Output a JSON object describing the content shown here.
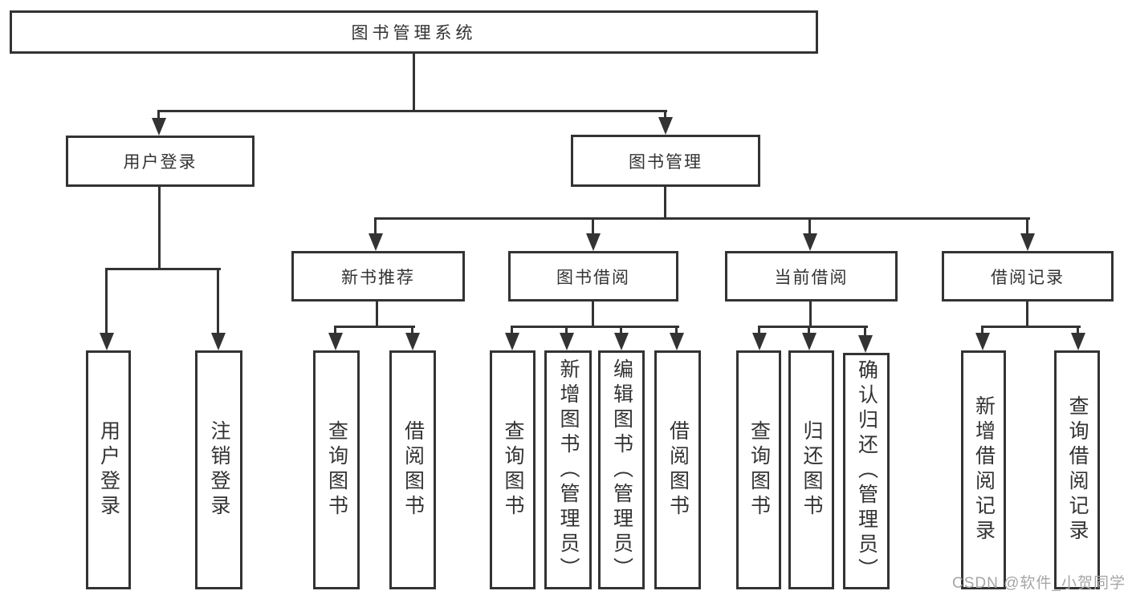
{
  "diagram": {
    "title": "图书管理系统",
    "modules": {
      "user_login": {
        "label": "用户登录",
        "children": [
          "用户登录",
          "注销登录"
        ]
      },
      "book_mgmt": {
        "label": "图书管理",
        "sections": [
          {
            "label": "新书推荐",
            "children": [
              "查询图书",
              "借阅图书"
            ]
          },
          {
            "label": "图书借阅",
            "children": [
              "查询图书",
              "新增图书（管理员）",
              "编辑图书（管理员）",
              "借阅图书"
            ]
          },
          {
            "label": "当前借阅",
            "children": [
              "查询图书",
              "归还图书",
              "确认归还（管理员）"
            ]
          },
          {
            "label": "借阅记录",
            "children": [
              "新增借阅记录",
              "查询借阅记录"
            ]
          }
        ]
      }
    },
    "colors": {
      "line": "#333333",
      "text": "#333333",
      "watermark": "#a6a6a6"
    }
  },
  "watermark": {
    "text": "CSDN @软件_小贺同学"
  }
}
